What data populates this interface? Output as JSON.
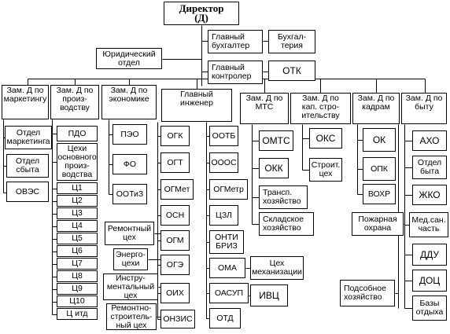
{
  "director": "Директор\n(Д)",
  "chief_accountant": "Главный\nбухгалтер",
  "accounting": "Бухгал-\nтерия",
  "legal": "Юридический\nотдел",
  "chief_controller": "Главный\nконтролер",
  "otk": "ОТК",
  "deputies": {
    "marketing": "Зам. Д по\nмаркетингу",
    "production": "Зам. Д по\nпроиз-\nводству",
    "economics": "Зам. Д по\nэкономике",
    "chief_engineer": "Главный\nинженер",
    "mts": "Зам. Д по\nМТС",
    "capital": "Зам. Д по\nкап. стро-\nительству",
    "personnel": "Зам. Д по\nкадрам",
    "daily": "Зам. Д по\nбыту"
  },
  "marketing_units": [
    "Отдел\nмаркетинга",
    "Отдел\nсбыта",
    "ОВЭС"
  ],
  "production_units": {
    "pdo": "ПДО",
    "shops": "Цехи\nосновного\nпроиз-\nводства",
    "shop_list": [
      "Ц1",
      "Ц2",
      "Ц3",
      "Ц4",
      "Ц5",
      "Ц6",
      "Ц7",
      "Ц8",
      "Ц9",
      "Ц10",
      "Ц итд"
    ]
  },
  "economics_units": [
    "ПЭО",
    "ФО",
    "ООТиЗ"
  ],
  "engineer_left": [
    "ОГК",
    "ОГТ",
    "ОГМет",
    "ОСН",
    "ОГМ",
    "ОГЭ",
    "ОИХ",
    "ОНЗИС"
  ],
  "engineer_right": [
    "ООТБ",
    "ОООС",
    "ОГМетр",
    "ЦЗЛ",
    "ОНТИ\nБРИЗ",
    "ОМА",
    "ОАСУП",
    "ОТД"
  ],
  "engineer_shops": {
    "repair": "Ремонтный\nцех",
    "energy": "Энерго-\nцехи",
    "tool": "Инстру-\nментальный\nцех",
    "repair_build": "Ремонтно-\nстроитель-\nный цех",
    "mechanization": "Цех\nмеханизации",
    "ivc": "ИВЦ"
  },
  "mts_units": [
    "ОМТС",
    "ОКК",
    "Трансп.\nхозяйство",
    "Складское\nхозяйство"
  ],
  "capital_units": [
    "ОКС",
    "Строит.\nцех"
  ],
  "personnel_units": [
    "ОК",
    "ОПК",
    "ВОХР",
    "Пожарная\nохрана",
    "Подсобное\nхозяйство"
  ],
  "daily_units": [
    "АХО",
    "Отдел\nбыта",
    "ЖКО",
    "Мед.сан.\nчасть",
    "ДДУ",
    "ДОЦ",
    "Базы\nотдыха"
  ]
}
